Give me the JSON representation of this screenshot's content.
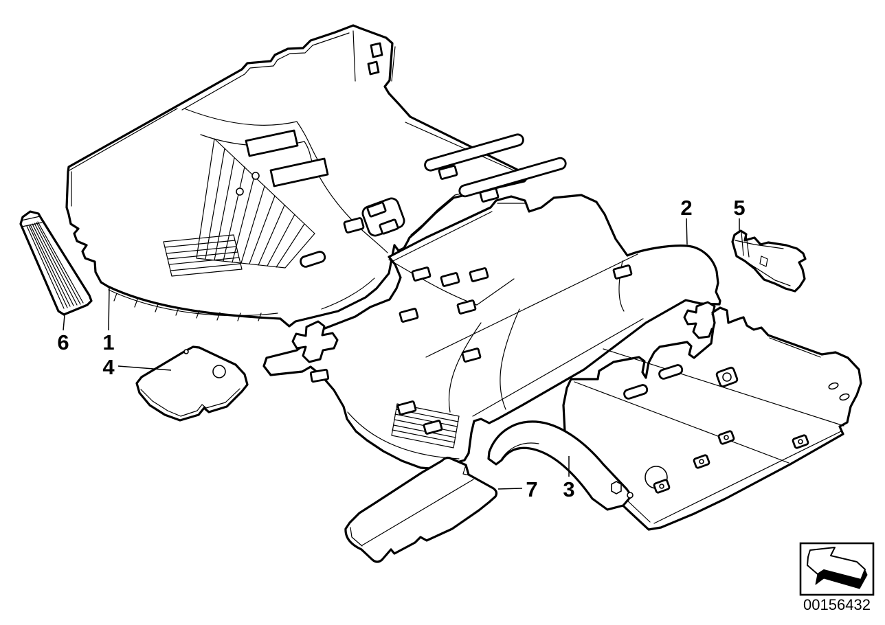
{
  "diagram": {
    "callouts": [
      {
        "number": "1"
      },
      {
        "number": "2"
      },
      {
        "number": "3"
      },
      {
        "number": "4"
      },
      {
        "number": "5"
      },
      {
        "number": "6"
      },
      {
        "number": "7"
      }
    ],
    "stamp": {
      "image_number": "00156432",
      "icon": "page-link-arrow-icon"
    },
    "colors": {
      "line": "#000000",
      "background": "#ffffff"
    }
  }
}
